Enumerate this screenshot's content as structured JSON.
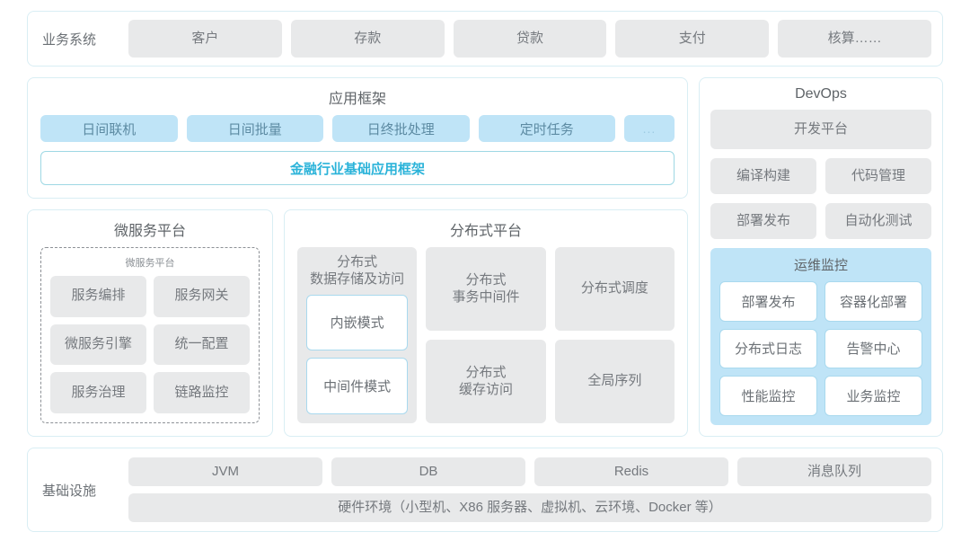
{
  "theme": {
    "accent": "#2bb3d9",
    "panel_border": "#d9eef4",
    "tile_gray": "#e8e9ea",
    "tile_blue": "#bfe4f7",
    "text": "#6b7075"
  },
  "business_systems": {
    "label": "业务系统",
    "items": [
      "客户",
      "存款",
      "贷款",
      "支付",
      "核算……"
    ]
  },
  "app_framework": {
    "title": "应用框架",
    "tiles": [
      "日间联机",
      "日间批量",
      "日终批处理",
      "定时任务"
    ],
    "more": "...",
    "base": "金融行业基础应用框架"
  },
  "microservice_platform": {
    "title": "微服务平台",
    "inner_title": "微服务平台",
    "items": [
      "服务编排",
      "服务网关",
      "微服务引擎",
      "统一配置",
      "服务治理",
      "链路监控"
    ]
  },
  "distributed_platform": {
    "title": "分布式平台",
    "storage": {
      "title": "分布式\n数据存储及访问",
      "modes": [
        "内嵌模式",
        "中间件模式"
      ]
    },
    "cells": [
      "分布式\n事务中间件",
      "分布式调度",
      "分布式\n缓存访问",
      "全局序列"
    ]
  },
  "devops": {
    "title": "DevOps",
    "platform": "开发平台",
    "items": [
      "编译构建",
      "代码管理",
      "部署发布",
      "自动化测试"
    ],
    "ops_monitor": {
      "title": "运维监控",
      "items": [
        "部署发布",
        "容器化部署",
        "分布式日志",
        "告警中心",
        "性能监控",
        "业务监控"
      ]
    }
  },
  "infrastructure": {
    "label": "基础设施",
    "items": [
      "JVM",
      "DB",
      "Redis",
      "消息队列"
    ],
    "hardware": "硬件环境（小型机、X86 服务器、虚拟机、云环境、Docker 等）"
  }
}
